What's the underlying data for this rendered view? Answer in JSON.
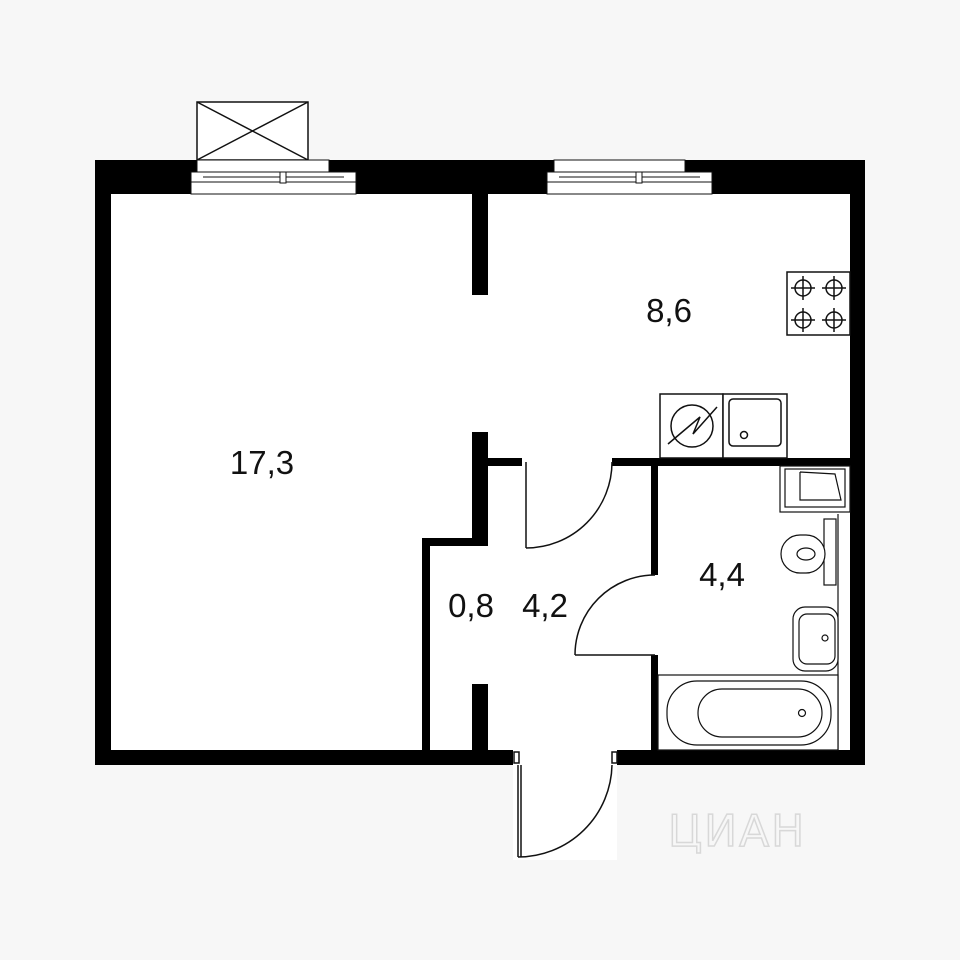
{
  "plan": {
    "rooms": [
      {
        "name": "living-room",
        "area": "17,3"
      },
      {
        "name": "kitchen",
        "area": "8,6"
      },
      {
        "name": "closet",
        "area": "0,8"
      },
      {
        "name": "hallway",
        "area": "4,2"
      },
      {
        "name": "bathroom",
        "area": "4,4"
      }
    ],
    "watermark": "ЦИАН"
  },
  "colors": {
    "wall": "#000000",
    "floor": "#ffffff",
    "background": "#f7f7f7"
  }
}
